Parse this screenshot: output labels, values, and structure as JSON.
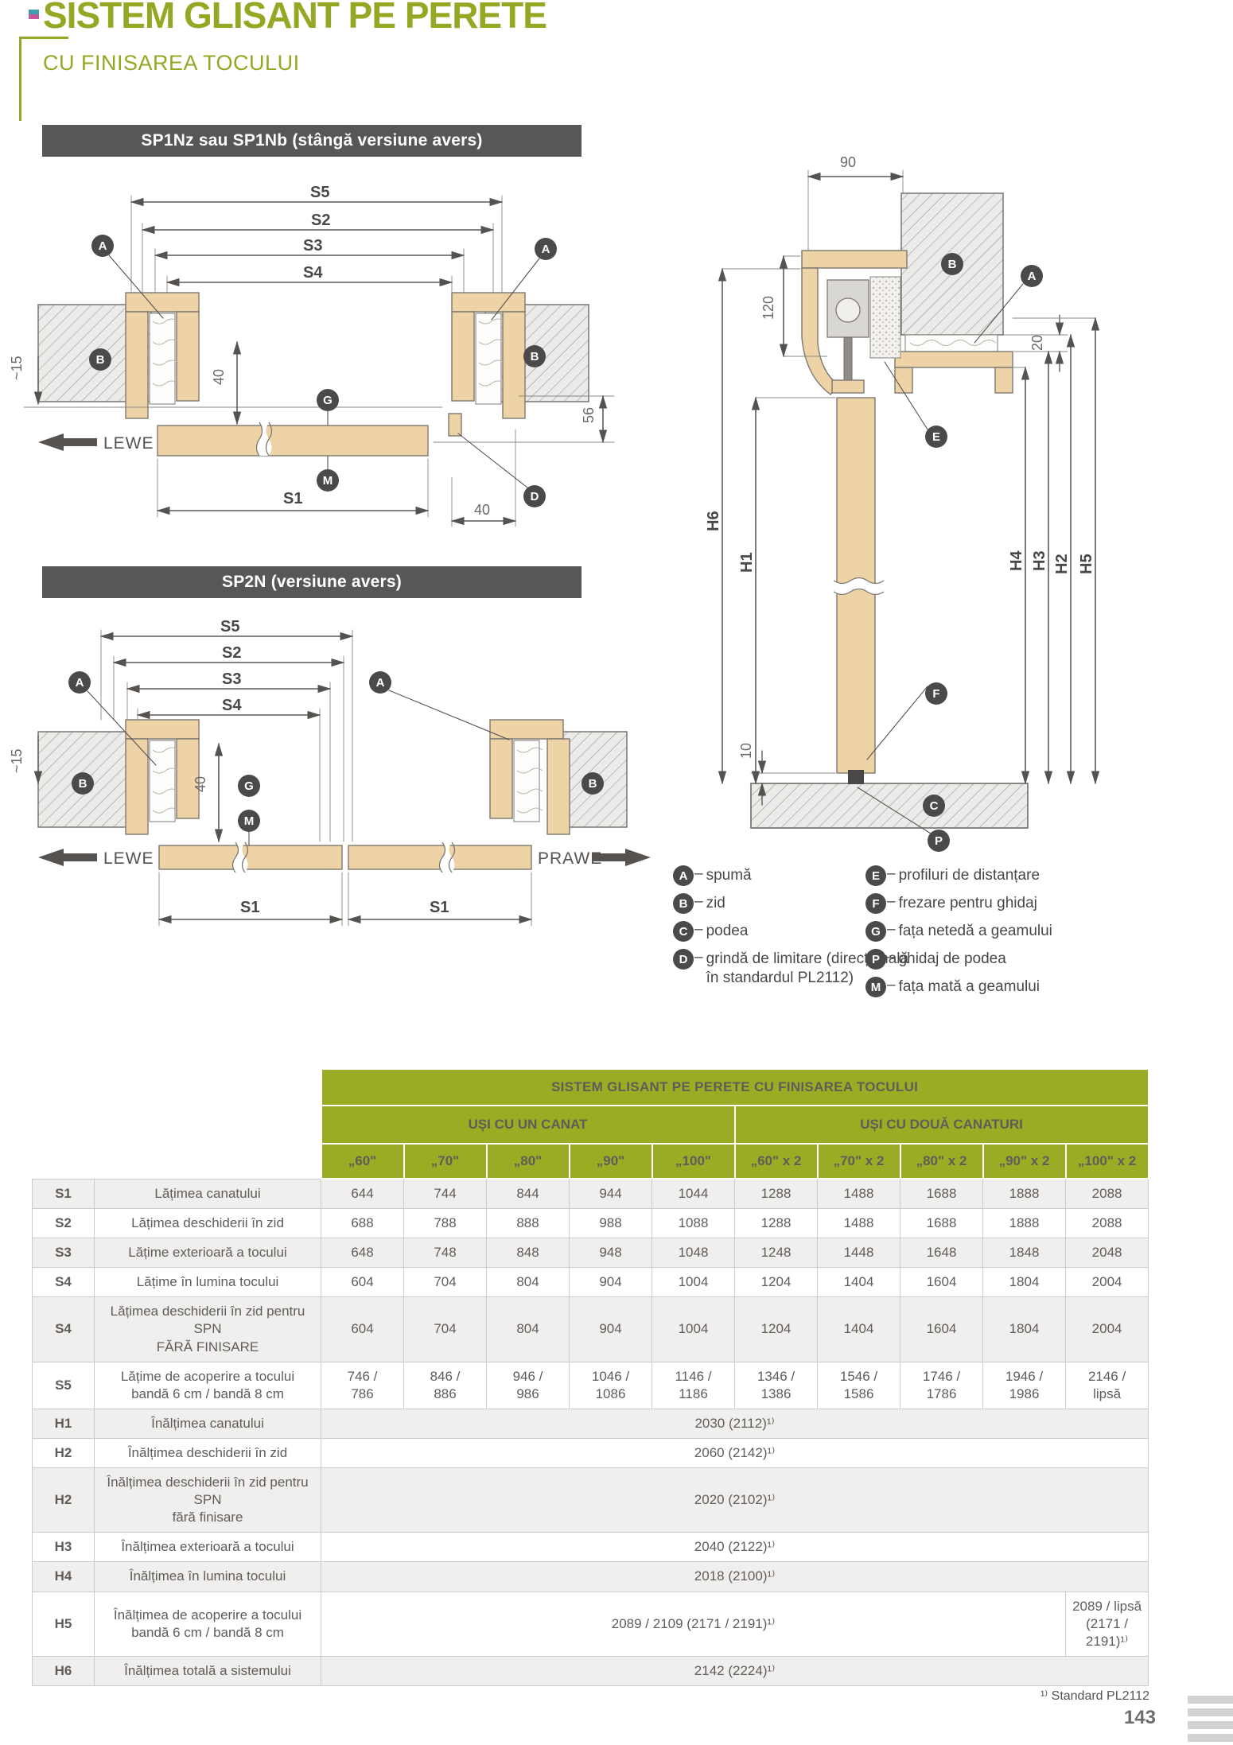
{
  "page": {
    "title": "SISTEM GLISANT PE PERETE",
    "subtitle": "CU FINISAREA TOCULUI",
    "footnote": "¹⁾ Standard PL2112",
    "page_number": "143"
  },
  "diagrams": {
    "header1": "SP1Nz sau SP1Nb (stângă versiune avers)",
    "header2": "SP2N (versiune avers)",
    "dim": {
      "s1": "S1",
      "s2": "S2",
      "s3": "S3",
      "s4": "S4",
      "s5": "S5",
      "h1": "H1",
      "h2": "H2",
      "h3": "H3",
      "h4": "H4",
      "h5": "H5",
      "h6": "H6",
      "d40": "40",
      "d15": "~15",
      "d56": "56",
      "d90": "90",
      "d120": "120",
      "d20": "20",
      "d10": "10",
      "lewe": "LEWE",
      "prawe": "PRAWE"
    },
    "marks": {
      "a": "A",
      "b": "B",
      "c": "C",
      "d": "D",
      "e": "E",
      "f": "F",
      "g": "G",
      "m": "M",
      "p": "P"
    }
  },
  "legend": {
    "left": [
      {
        "letter": "A",
        "text": "spumă"
      },
      {
        "letter": "B",
        "text": "zid"
      },
      {
        "letter": "C",
        "text": "podea"
      },
      {
        "letter": "D",
        "text": "grindă de limitare (direcțională\nîn standardul PL2112)"
      }
    ],
    "right": [
      {
        "letter": "E",
        "text": "profiluri de distanțare"
      },
      {
        "letter": "F",
        "text": "frezare pentru ghidaj"
      },
      {
        "letter": "G",
        "text": "fața netedă a geamului"
      },
      {
        "letter": "P",
        "text": "ghidaj de podea"
      },
      {
        "letter": "M",
        "text": "fața mată a geamului"
      }
    ]
  },
  "table": {
    "title": "SISTEM GLISANT PE PERETE CU FINISAREA TOCULUI",
    "group_headers": [
      "UȘI CU UN CANAT",
      "UȘI CU DOUĂ CANATURI"
    ],
    "col_headers": [
      "„60\"",
      "„70\"",
      "„80\"",
      "„90\"",
      "„100\"",
      "„60\" x 2",
      "„70\" x 2",
      "„80\" x 2",
      "„90\" x 2",
      "„100\" x 2"
    ],
    "rows": [
      {
        "code": "S1",
        "label": "Lățimea canatului",
        "cells": [
          {
            "t": "644"
          },
          {
            "t": "744"
          },
          {
            "t": "844"
          },
          {
            "t": "944"
          },
          {
            "t": "1044"
          },
          {
            "t": "1288"
          },
          {
            "t": "1488"
          },
          {
            "t": "1688"
          },
          {
            "t": "1888"
          },
          {
            "t": "2088"
          }
        ]
      },
      {
        "code": "S2",
        "label": "Lățimea deschiderii în zid",
        "cells": [
          {
            "t": "688"
          },
          {
            "t": "788"
          },
          {
            "t": "888"
          },
          {
            "t": "988"
          },
          {
            "t": "1088"
          },
          {
            "t": "1288"
          },
          {
            "t": "1488"
          },
          {
            "t": "1688"
          },
          {
            "t": "1888"
          },
          {
            "t": "2088"
          }
        ]
      },
      {
        "code": "S3",
        "label": "Lățime exterioară a tocului",
        "cells": [
          {
            "t": "648"
          },
          {
            "t": "748"
          },
          {
            "t": "848"
          },
          {
            "t": "948"
          },
          {
            "t": "1048"
          },
          {
            "t": "1248"
          },
          {
            "t": "1448"
          },
          {
            "t": "1648"
          },
          {
            "t": "1848"
          },
          {
            "t": "2048"
          }
        ]
      },
      {
        "code": "S4",
        "label": "Lățime în lumina tocului",
        "cells": [
          {
            "t": "604"
          },
          {
            "t": "704"
          },
          {
            "t": "804"
          },
          {
            "t": "904"
          },
          {
            "t": "1004"
          },
          {
            "t": "1204"
          },
          {
            "t": "1404"
          },
          {
            "t": "1604"
          },
          {
            "t": "1804"
          },
          {
            "t": "2004"
          }
        ]
      },
      {
        "code": "S4",
        "label": "Lățimea deschiderii în zid pentru SPN\nFĂRĂ FINISARE",
        "cells": [
          {
            "t": "604"
          },
          {
            "t": "704"
          },
          {
            "t": "804"
          },
          {
            "t": "904"
          },
          {
            "t": "1004"
          },
          {
            "t": "1204"
          },
          {
            "t": "1404"
          },
          {
            "t": "1604"
          },
          {
            "t": "1804"
          },
          {
            "t": "2004"
          }
        ]
      },
      {
        "code": "S5",
        "label": "Lățime de acoperire a tocului\nbandă 6 cm / bandă 8 cm",
        "cells": [
          {
            "t": "746 /\n786"
          },
          {
            "t": "846 /\n886"
          },
          {
            "t": "946 /\n986"
          },
          {
            "t": "1046 /\n1086"
          },
          {
            "t": "1146 /\n1186"
          },
          {
            "t": "1346 /\n1386"
          },
          {
            "t": "1546 /\n1586"
          },
          {
            "t": "1746 /\n1786"
          },
          {
            "t": "1946 /\n1986"
          },
          {
            "t": "2146 /\nlipsă"
          }
        ]
      },
      {
        "code": "H1",
        "label": "Înălțimea canatului",
        "cells": [
          {
            "t": "2030 (2112)¹⁾",
            "span": 10
          }
        ]
      },
      {
        "code": "H2",
        "label": "Înălțimea deschiderii în zid",
        "cells": [
          {
            "t": "2060 (2142)¹⁾",
            "span": 10
          }
        ]
      },
      {
        "code": "H2",
        "label": "Înălțimea deschiderii în zid pentru SPN\nfără finisare",
        "cells": [
          {
            "t": "2020 (2102)¹⁾",
            "span": 10
          }
        ]
      },
      {
        "code": "H3",
        "label": "Înălțimea exterioară a tocului",
        "cells": [
          {
            "t": "2040 (2122)¹⁾",
            "span": 10
          }
        ]
      },
      {
        "code": "H4",
        "label": "Înălțimea în lumina tocului",
        "cells": [
          {
            "t": "2018 (2100)¹⁾",
            "span": 10
          }
        ]
      },
      {
        "code": "H5",
        "label": "Înălțimea de acoperire a tocului\nbandă 6 cm / bandă 8 cm",
        "cells": [
          {
            "t": "2089 / 2109 (2171 / 2191)¹⁾",
            "span": 9
          },
          {
            "t": "2089 / lipsă\n(2171 /\n2191)¹⁾",
            "span": 1
          }
        ]
      },
      {
        "code": "H6",
        "label": "Înălțimea totală a sistemului",
        "cells": [
          {
            "t": "2142 (2224)¹⁾",
            "span": 10
          }
        ]
      }
    ]
  }
}
